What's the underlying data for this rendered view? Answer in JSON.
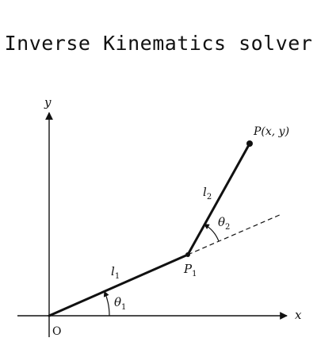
{
  "header": {
    "title": "Inverse Kinematics solver"
  },
  "diagram": {
    "labels": {
      "x_axis": "x",
      "y_axis": "y",
      "origin": "O",
      "link1_main": "l",
      "link1_sub": "1",
      "link2_main": "l",
      "link2_sub": "2",
      "joint1_main": "P",
      "joint1_sub": "1",
      "end_effector": "P(x, y)",
      "angle1_main": "θ",
      "angle1_sub": "1",
      "angle2_main": "θ",
      "angle2_sub": "2"
    },
    "colors": {
      "line": "#111111",
      "background": "#ffffff"
    }
  }
}
